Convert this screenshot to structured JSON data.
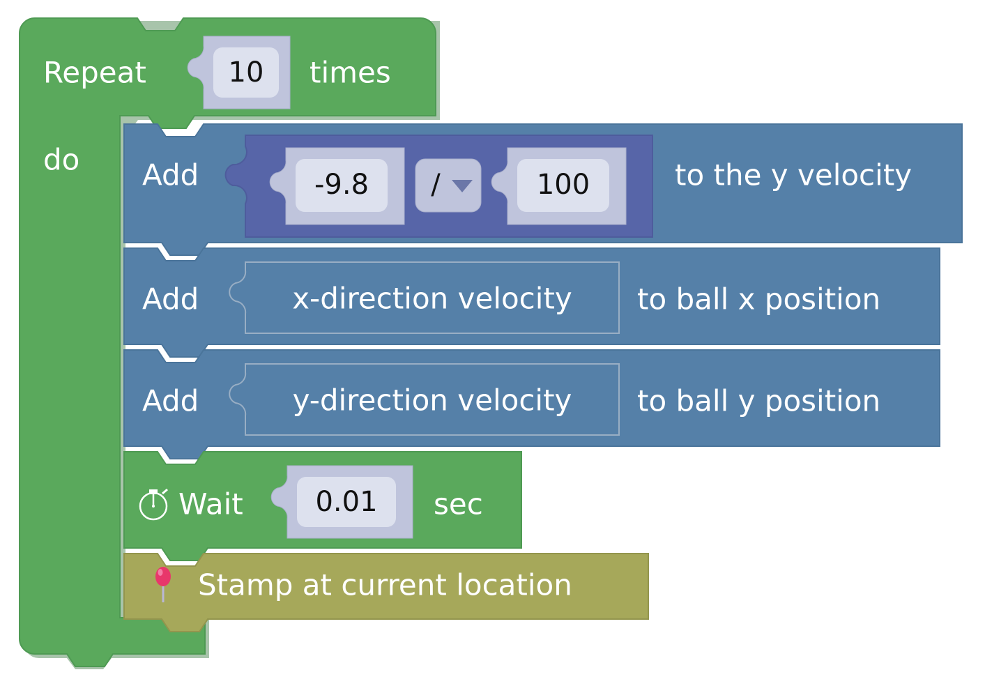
{
  "workspace": {
    "name": "block-program-workspace",
    "background": "#ffffff"
  },
  "colors": {
    "loop_green": "#5aa95c",
    "loop_green_dark": "#4a9050",
    "motion_blue": "#5580a8",
    "motion_blue_dark": "#3f6a90",
    "math_purple": "#5765a8",
    "math_purple_dark": "#4a5694",
    "stamp_olive": "#a6a85a",
    "stamp_olive_dark": "#8e9049",
    "field_outer": "#bfc4dc",
    "field_inner": "#dde1ee",
    "field_text": "#111111",
    "block_text": "#ffffff",
    "dropdown_arrow": "#6b77a8"
  },
  "blocks": {
    "repeat": {
      "keyword": "Repeat",
      "count_value": "10",
      "suffix": "times",
      "do_label": "do"
    },
    "add_velocity": {
      "verb": "Add",
      "tail": "to the y velocity",
      "math": {
        "left_value": "-9.8",
        "operator": "/",
        "operator_has_dropdown": true,
        "right_value": "100"
      }
    },
    "add_x_position": {
      "verb": "Add",
      "slot_value": "x-direction velocity",
      "tail": "to ball x position"
    },
    "add_y_position": {
      "verb": "Add",
      "slot_value": "y-direction velocity",
      "tail": "to ball y position"
    },
    "wait": {
      "icon": "stopwatch-icon",
      "icon_glyph": "⏱",
      "verb": "Wait",
      "value": "0.01",
      "unit": "sec"
    },
    "stamp": {
      "icon": "pushpin-icon",
      "icon_glyph": "📍",
      "label": "Stamp at current location"
    }
  }
}
